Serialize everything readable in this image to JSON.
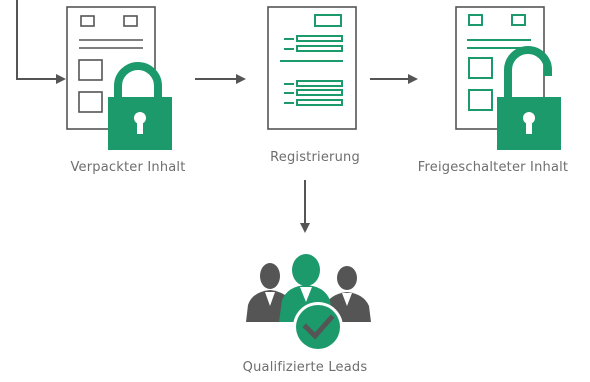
{
  "steps": {
    "wrapped": {
      "label": "Verpackter Inhalt"
    },
    "registration": {
      "label": "Registrierung"
    },
    "unlocked": {
      "label": "Freigeschalteter Inhalt"
    },
    "leads": {
      "label": "Qualifizierte Leads"
    }
  },
  "colors": {
    "accent": "#1c9a6c",
    "line": "#555555",
    "person": "#555555",
    "label": "#6e6e6e"
  }
}
